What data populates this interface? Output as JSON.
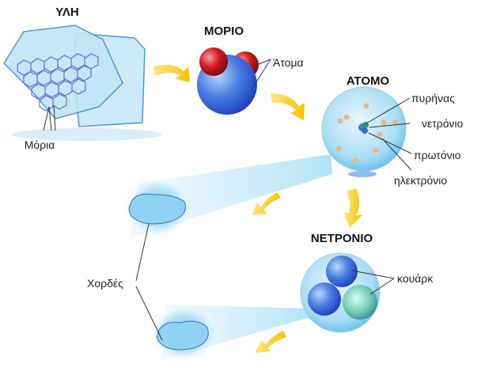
{
  "titles": {
    "matter": "ΥΛΗ",
    "molecule": "ΜΟΡΙΟ",
    "atom": "ΑΤΟΜΟ",
    "neutron": "ΝΕΤΡΟΝΙΟ"
  },
  "labels": {
    "molecules": "Μόρια",
    "atoms": "Άτομα",
    "nucleus": "πυρήνας",
    "neutron": "νετρόνιο",
    "proton": "πρωτόνιο",
    "electron": "ηλεκτρόνιο",
    "quark": "κουάρκ",
    "strings": "Χορδές"
  },
  "colors": {
    "arrow": "#f5c400",
    "ice": "#bfe6f7",
    "red_atom": "#c8161b",
    "blue_atom": "#4a7fe0",
    "atom_sphere": "#a9dcf5",
    "string_blob": "#8fd2f2"
  }
}
